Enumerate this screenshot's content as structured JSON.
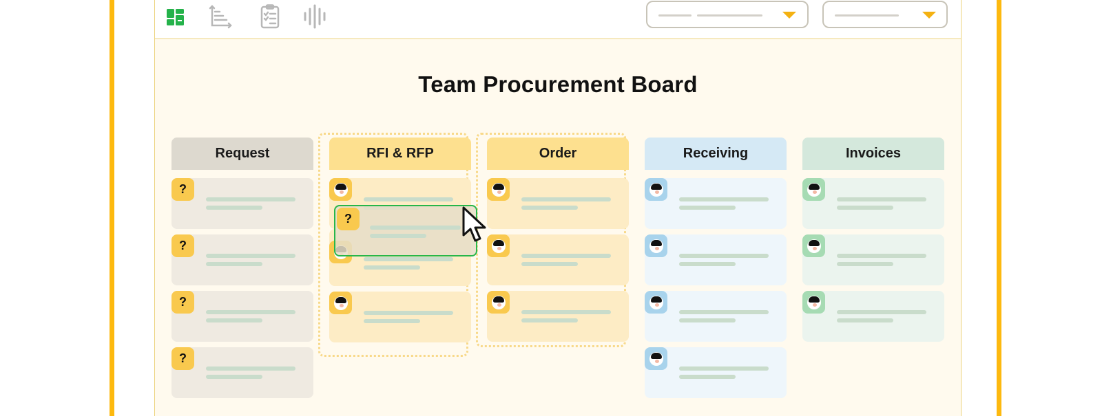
{
  "board": {
    "title": "Team Procurement Board"
  },
  "toolbar": {
    "icons": [
      "board-icon",
      "chart-icon",
      "clipboard-checklist-icon",
      "audio-wave-icon"
    ],
    "active_icon": "board-icon",
    "active_color": "#24b24a",
    "inactive_color": "#b7b7b7"
  },
  "colors": {
    "frame": "#fdb90f",
    "request": "#ddd9cf",
    "rfi": "#fde08f",
    "order": "#fde08f",
    "receiving": "#d5e9f5",
    "invoices": "#d4e8dc",
    "drag_outline": "#27b64a"
  },
  "columns": [
    {
      "label": "Request",
      "badge": "?",
      "cards": 4
    },
    {
      "label": "RFI & RFP",
      "cards": 3
    },
    {
      "label": "Order",
      "cards": 3
    },
    {
      "label": "Receiving",
      "cards": 4
    },
    {
      "label": "Invoices",
      "cards": 3
    }
  ],
  "drag_card": {
    "badge": "?"
  }
}
